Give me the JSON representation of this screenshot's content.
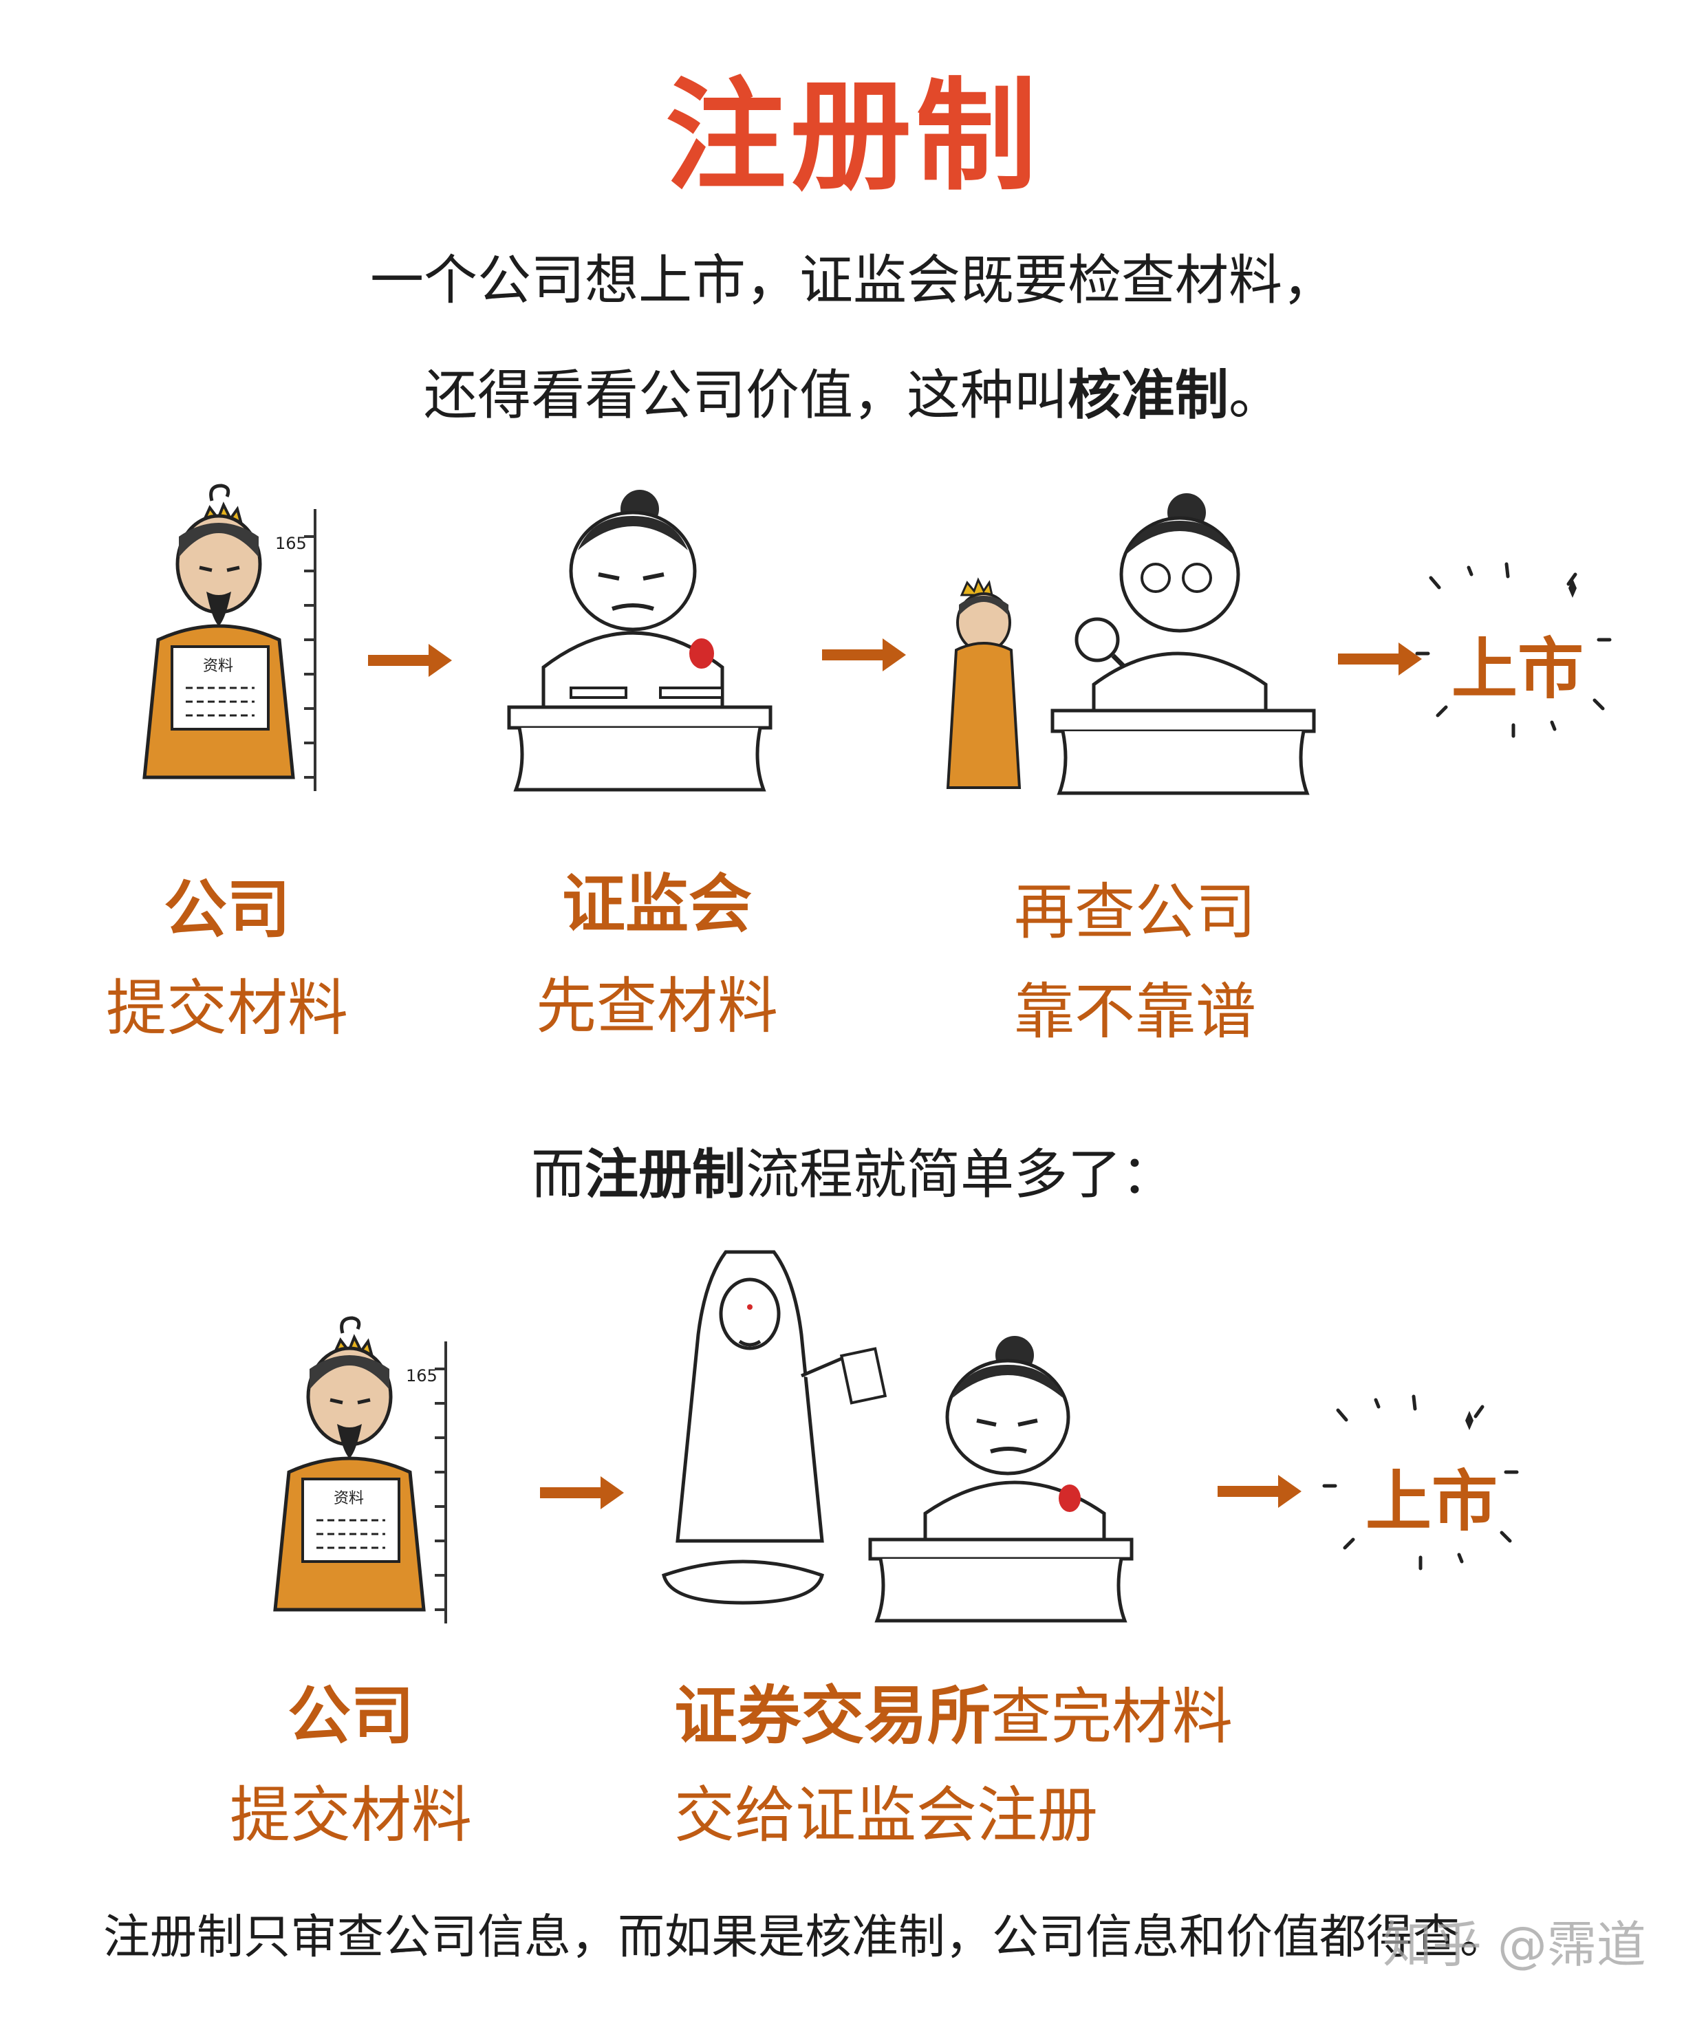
{
  "title": "注册制",
  "intro": {
    "line1": "一个公司想上市，证监会既要检查材料，",
    "line2_pre": "还得看看公司价值，这种叫",
    "line2_bold": "核准制",
    "line2_post": "。"
  },
  "row1": {
    "ruler_mark": "165",
    "doc_label": "资料",
    "company_title": "公司",
    "company_sub": "提交材料",
    "csrc_title": "证监会",
    "csrc_sub": "先查材料",
    "check_line1": "再查公司",
    "check_line2": "靠不靠谱",
    "listed": "上市"
  },
  "middle": {
    "pre": "而",
    "bold": "注册制",
    "post": "流程就简单多了："
  },
  "row2": {
    "ruler_mark": "165",
    "doc_label": "资料",
    "company_title": "公司",
    "company_sub": "提交材料",
    "exchange_bold": "证券交易所",
    "exchange_rest": "查完材料",
    "exchange_line2": "交给证监会注册",
    "listed": "上市"
  },
  "footer": "注册制只审查公司信息，而如果是核准制，公司信息和价值都得查。",
  "watermark": "知乎 @霈道",
  "colors": {
    "title": "#e2492a",
    "accent": "#bf5b13",
    "robe": "#dd8f2a"
  }
}
